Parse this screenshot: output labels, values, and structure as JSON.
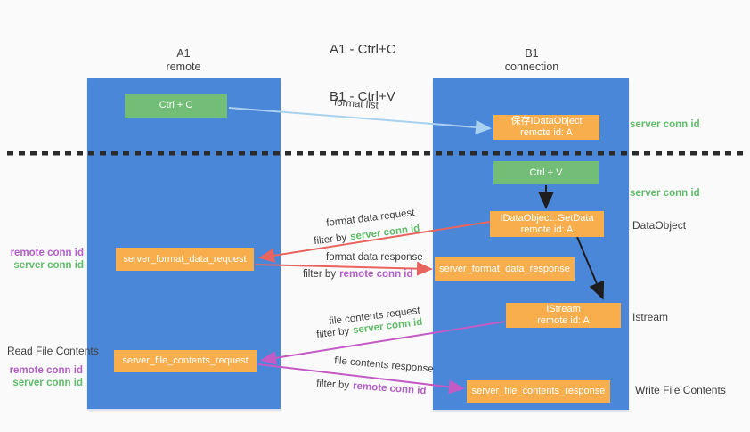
{
  "title": {
    "line1": "A1 - Ctrl+C",
    "line2": "B1 - Ctrl+V"
  },
  "left_column": {
    "header1": "A1",
    "header2": "remote"
  },
  "right_column": {
    "header1": "B1",
    "header2": "connection"
  },
  "boxes": {
    "ctrl_c": "Ctrl + C",
    "ctrl_v": "Ctrl + V",
    "save_dataobject": {
      "line1": "保存IDataObject",
      "line2": "remote id: A"
    },
    "getdata": {
      "line1": "IDataObject::GetData",
      "line2": "remote id: A"
    },
    "istream": {
      "line1": "IStream",
      "line2": "remote id: A"
    },
    "server_format_data_request": "server_format_data_request",
    "server_format_data_response": "server_format_data_response",
    "server_file_contents_request": "server_file_contents_request",
    "server_file_contents_response": "server_file_contents_response"
  },
  "arrow_labels": {
    "format_list": "format list",
    "format_data_request": "format data request",
    "format_data_response": "format data response",
    "file_contents_request": "file contents request",
    "file_contents_response": "file contents response",
    "filter_by": "filter by",
    "server_conn_id": "server conn id",
    "remote_conn_id": "remote conn id"
  },
  "side_labels": {
    "remote_conn_id": "remote conn id",
    "server_conn_id": "server conn id",
    "read_file_contents": "Read File Contents",
    "write_file_contents": "Write File Contents",
    "dataobject": "DataObject",
    "istream": "Istream"
  },
  "colors": {
    "column_blue": "#4B87D9",
    "box_orange": "#F8AE4C",
    "box_green": "#72BE76",
    "green_text": "#5FBD68",
    "purple_text": "#B25FC6",
    "red_arrow": "#E8655F",
    "magenta_arrow": "#C45BC5",
    "light_blue_arrow": "#A9D2F0",
    "separator": "#2B2B2B"
  }
}
